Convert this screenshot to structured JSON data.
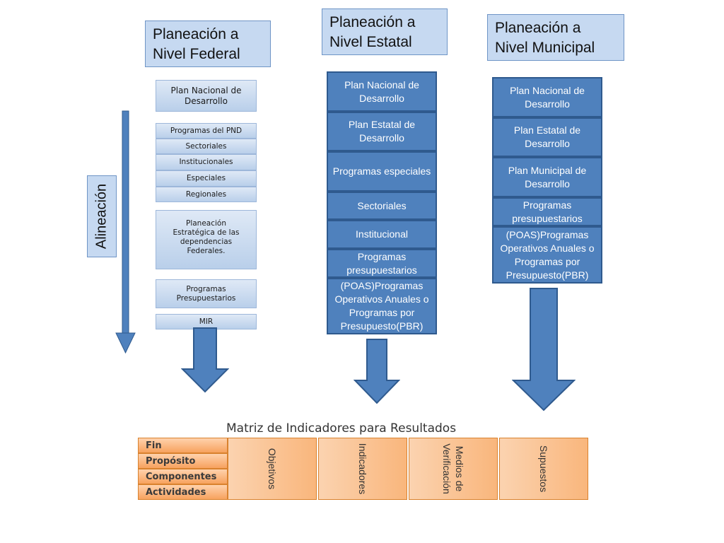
{
  "headers": {
    "federal": "Planeación a\nNivel Federal",
    "estatal": "Planeación a\nNivel  Estatal",
    "municipal": "Planeación a\nNivel  Municipal"
  },
  "alineacion_label": "Alineación",
  "federal": {
    "plan": "Plan Nacional de Desarrollo",
    "programas_pnd": [
      "Programas del PND",
      "Sectoriales",
      "Institucionales",
      "Especiales",
      "Regionales"
    ],
    "planeacion": "Planeación Estratégica de las dependencias Federales.",
    "presupuestarios": "Programas Presupuestarios",
    "mir": "MIR"
  },
  "estatal": [
    "Plan Nacional de Desarrollo",
    "Plan Estatal de Desarrollo",
    "Programas especiales",
    "Sectoriales",
    "Institucional",
    "Programas presupuestarios",
    "(POAS)Programas Operativos Anuales o Programas por Presupuesto(PBR)"
  ],
  "municipal": [
    "Plan Nacional de Desarrollo",
    "Plan Estatal de Desarrollo",
    "Plan Municipal de Desarrollo",
    "Programas presupuestarios",
    "(POAS)Programas Operativos Anuales o Programas por Presupuesto(PBR)"
  ],
  "matriz": {
    "title": "Matriz de Indicadores para Resultados",
    "rows": [
      "Fin",
      "Propósito",
      "Componentes",
      "Actividades"
    ],
    "columns": [
      "Objetivos",
      "Indicadores",
      "Medios de\nVerificación",
      "Supuestos"
    ]
  },
  "colors": {
    "block": "#4f81bd",
    "header": "#c6d9f1",
    "matrix": "#f79646"
  }
}
